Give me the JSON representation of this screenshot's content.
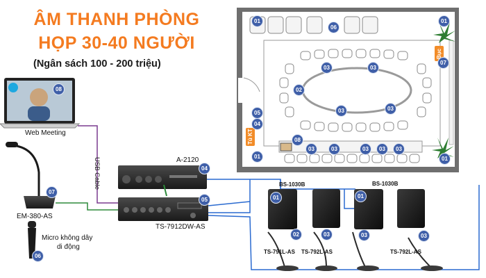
{
  "title": {
    "line1": "ÂM THANH PHÒNG",
    "line2": "HỌP 30-40 NGƯỜI",
    "subtitle": "(Ngân sách 100 - 200 triệu)"
  },
  "labels": {
    "web_meeting": "Web Meeting",
    "usb_cable": "USB Cable",
    "amp": "A-2120",
    "mixer": "TS-7912DW-AS",
    "gooseneck": "EM-380-AS",
    "wireless_mic_1": "Micro không dây",
    "wireless_mic_2": "di động",
    "speaker_1": "BS-1030B",
    "speaker_2": "BS-1030B",
    "mic_unit_1": "TS-791L-AS",
    "mic_unit_2": "TS-792L-AS",
    "mic_unit_3": "TS-792L-AS"
  },
  "room_tags": {
    "stage": "Bục",
    "cabinet": "Tủ KT"
  },
  "badges": {
    "laptop": "08",
    "gooseneck": "07",
    "wireless": "06",
    "amp": "04",
    "mixer": "05",
    "speaker_1": "01",
    "speaker_2": "03",
    "speaker_3": "01",
    "speaker_4": "03",
    "mic_1": "02",
    "mic_2": "03",
    "mic_3": "03",
    "room_tl": "01",
    "room_top_mid": "06",
    "room_tr": "01",
    "room_right_07": "07",
    "room_left_05": "05",
    "room_left_04": "04",
    "room_bl": "01",
    "room_br": "01",
    "room_left_02": "02",
    "room_tbl_a": "03",
    "room_tbl_b": "03",
    "room_tbl_c": "03",
    "room_tbl_d": "03",
    "room_front_08": "08",
    "room_front_1": "03",
    "room_front_2": "03",
    "room_front_3": "03",
    "room_front_4": "03",
    "room_front_5": "03"
  },
  "colors": {
    "title": "#f47b20",
    "badge": "#3f5fa8",
    "tag": "#f28c28",
    "usb_line": "#7a3a8f",
    "audio_line": "#2a6ad0",
    "room_wall": "#9a9a9a",
    "plant": "#2e7d32"
  }
}
